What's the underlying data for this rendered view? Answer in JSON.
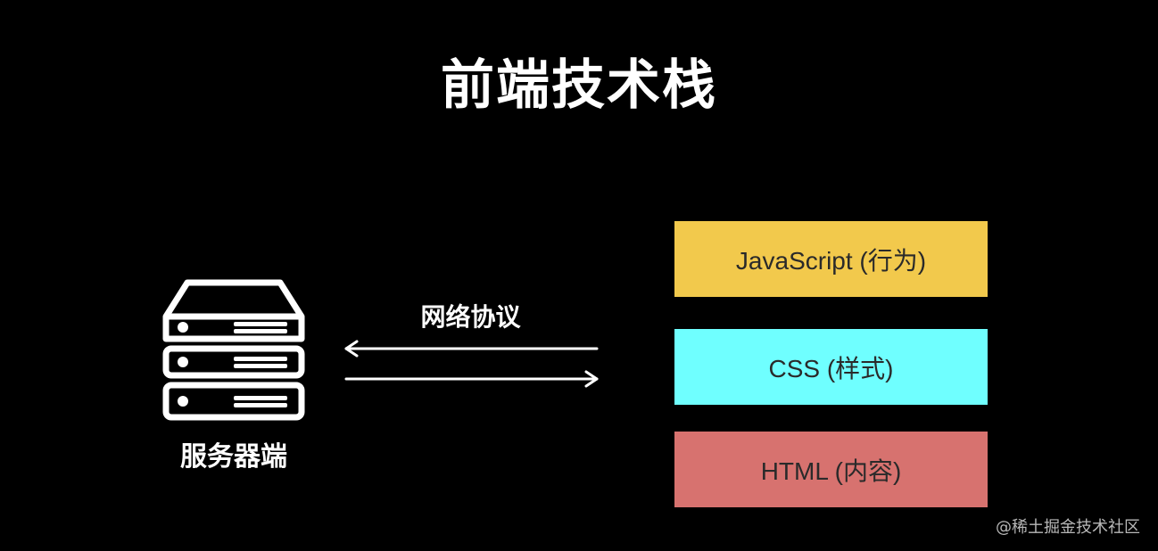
{
  "title": "前端技术栈",
  "server": {
    "icon": "server-rack-icon",
    "label": "服务器端"
  },
  "network": {
    "label": "网络协议",
    "arrows": [
      "arrow-left-icon",
      "arrow-right-icon"
    ]
  },
  "stack": [
    {
      "label": "JavaScript (行为)",
      "color": "#F2C94C"
    },
    {
      "label": "CSS (样式)",
      "color": "#6FFFFF"
    },
    {
      "label": "HTML (内容)",
      "color": "#D7726F"
    }
  ],
  "watermark": "@稀土掘金技术社区"
}
